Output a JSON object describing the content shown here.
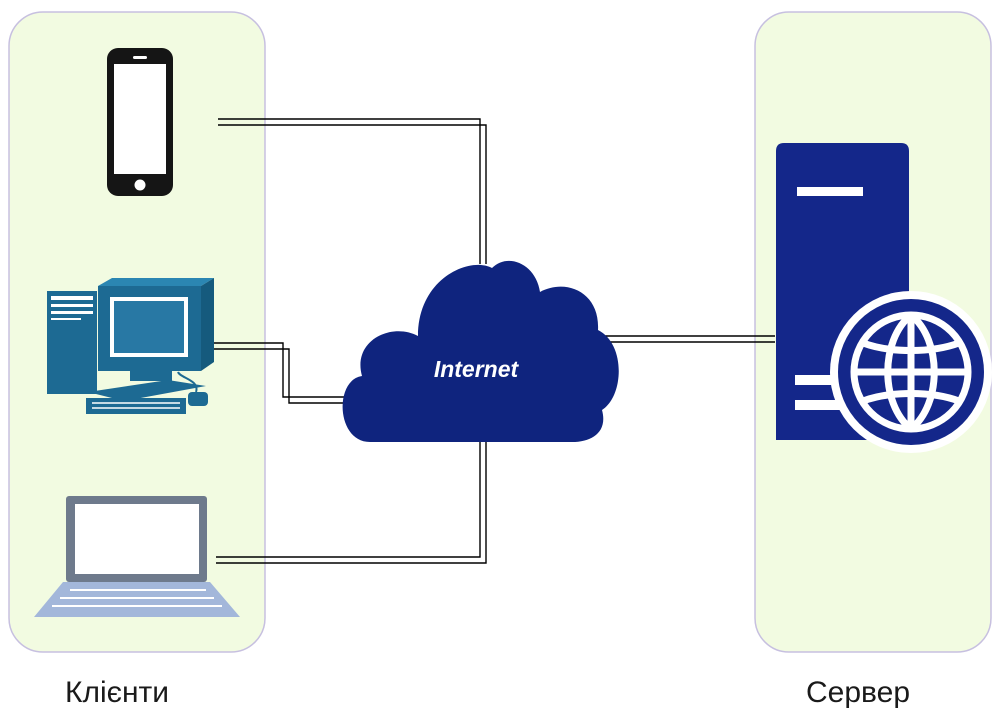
{
  "diagram": {
    "cloud_label": "Internet",
    "clients_caption": "Клієнти",
    "server_caption": "Сервер"
  },
  "colors": {
    "panel_fill": "#f2fbe1",
    "panel_border": "#c7c0e0",
    "cloud_fill": "#0f247e",
    "server_fill": "#14278a",
    "desktop_fill": "#1d6a93",
    "laptop_screen": "#6e7a8c",
    "laptop_base": "#a3b7da",
    "phone_fill": "#151515",
    "line_color": "#000000"
  },
  "icons": {
    "phone": "smartphone-icon",
    "desktop": "desktop-computer-icon",
    "laptop": "laptop-icon",
    "cloud": "cloud-icon",
    "server": "server-icon",
    "globe": "globe-icon"
  }
}
